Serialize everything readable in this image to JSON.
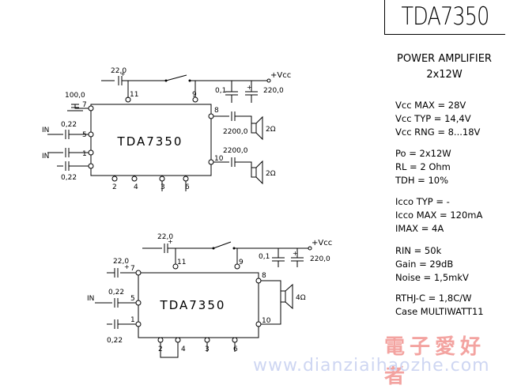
{
  "title": "TDA7350",
  "subtitle": {
    "line1": "POWER AMPLIFIER",
    "line2": "2x12W"
  },
  "specs": [
    "Vcc MAX = 28V",
    "Vcc TYP = 14,4V",
    "Vcc RNG = 8...18V",
    "Po = 2x12W",
    "RL = 2 Ohm",
    "TDH = 10%",
    "Icco TYP = -",
    "Icco MAX = 120mA",
    "IMAX = 4A",
    "RIN = 50k",
    "Gain = 29dB",
    "Noise = 1,5mkV",
    "RTHJ-C = 1,8C/W",
    "Case MULTIWATT11"
  ],
  "circuit_top": {
    "chip_label": "TDA7350",
    "cap_top": "22,0",
    "cap_pin7": "100,0",
    "cap_in1": "0,22",
    "cap_in2": "0,22",
    "cap_01": "0,1",
    "cap_220": "220,0",
    "cap_out1": "2200,0",
    "cap_out2": "2200,0",
    "vcc": "+Vcc",
    "in1": "IN",
    "in2": "IN",
    "spk1": "2Ω",
    "spk2": "2Ω",
    "plus": "+",
    "pins": {
      "p7": "7",
      "p5": "5",
      "p1": "1",
      "p11": "11",
      "p9": "9",
      "p8": "8",
      "p10": "10",
      "p2": "2",
      "p4": "4",
      "p3": "3",
      "p6": "6"
    }
  },
  "circuit_bottom": {
    "chip_label": "TDA7350",
    "cap_top": "22,0",
    "cap_pin7": "22,0",
    "cap_in1": "0,22",
    "cap_in2": "0,22",
    "cap_01": "0,1",
    "cap_220": "220,0",
    "vcc": "+Vcc",
    "in1": "IN",
    "spk": "4Ω",
    "plus": "+",
    "pins": {
      "p7": "7",
      "p5": "5",
      "p1": "1",
      "p11": "11",
      "p9": "9",
      "p8": "8",
      "p10": "10",
      "p2": "2",
      "p4": "4",
      "p3": "3",
      "p6": "6"
    }
  },
  "watermark": {
    "cn": "電子愛好者",
    "url": "www.dianziaihaozhe.com"
  }
}
